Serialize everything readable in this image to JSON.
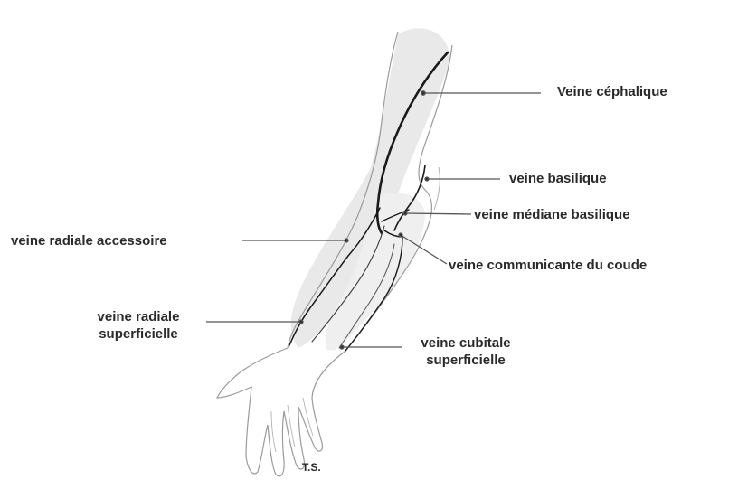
{
  "labels": {
    "cephalic": "Veine céphalique",
    "basilic": "veine basilique",
    "median_basilic": "veine médiane basilique",
    "accessory_radial": "veine radiale accessoire",
    "communicating": "veine communicante du coude",
    "superficial_radial_line1": "veine radiale",
    "superficial_radial_line2": "superficielle",
    "superficial_ulnar_line1": "veine cubitale",
    "superficial_ulnar_line2": "superficielle",
    "signature": "T.S."
  },
  "colors": {
    "background": "#ffffff",
    "text": "#2a2a2a",
    "vein": "#1a1a1a",
    "outline": "#9a9a9a",
    "shade": "#e4e4e4",
    "leader": "#555555"
  }
}
